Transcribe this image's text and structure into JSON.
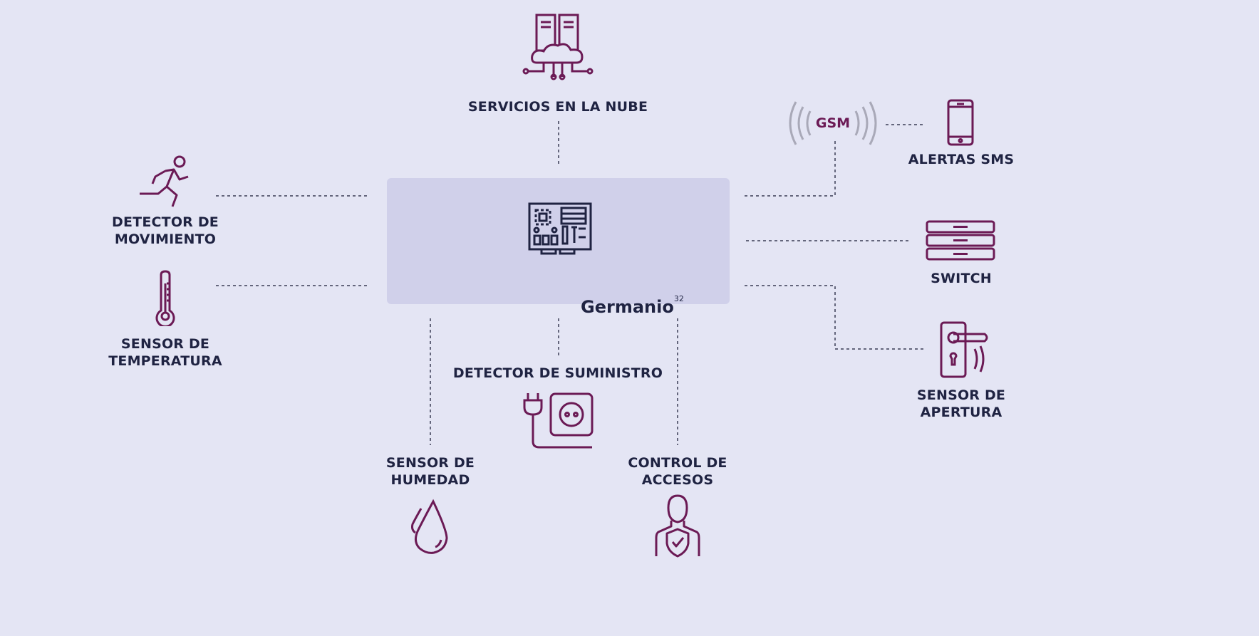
{
  "colors": {
    "background": "#e4e5f4",
    "hub": "#d0d0ea",
    "icon": "#6b1a55",
    "text": "#1f2342",
    "wave": "#a9a9b8",
    "line": "#3a3c55"
  },
  "hub": {
    "name": "Germanio",
    "superscript": "32"
  },
  "nodes": {
    "cloud": {
      "label": "SERVICIOS EN LA NUBE"
    },
    "motion": {
      "line1": "DETECTOR DE",
      "line2": "MOVIMIENTO"
    },
    "temperature": {
      "line1": "SENSOR DE",
      "line2": "TEMPERATURA"
    },
    "power": {
      "label": "DETECTOR DE SUMINISTRO"
    },
    "humidity": {
      "line1": "SENSOR DE",
      "line2": "HUMEDAD"
    },
    "access": {
      "line1": "CONTROL DE",
      "line2": "ACCESOS"
    },
    "gsm": {
      "label": "GSM"
    },
    "sms": {
      "label": "ALERTAS SMS"
    },
    "switch": {
      "label": "SWITCH"
    },
    "door": {
      "line1": "SENSOR DE",
      "line2": "APERTURA"
    }
  }
}
